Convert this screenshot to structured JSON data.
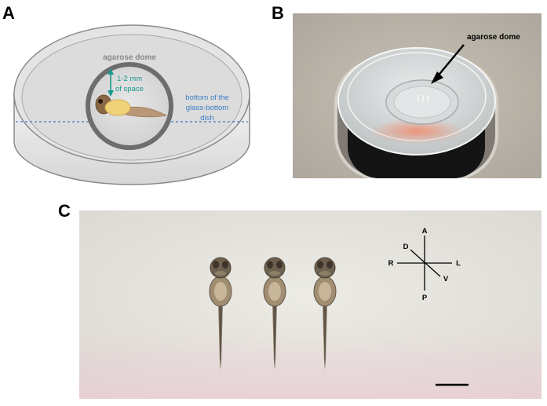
{
  "panels": {
    "a": {
      "letter": "A"
    },
    "b": {
      "letter": "B"
    },
    "c": {
      "letter": "C"
    }
  },
  "panel_a": {
    "dome_label": "agarose dome",
    "space_label_line1": "1-2 mm",
    "space_label_line2": "of space",
    "bottom_label_line1": "bottom of the",
    "bottom_label_line2": "glass-bottom",
    "bottom_label_line3": "dish",
    "colors": {
      "teal": "#1a9a8a",
      "blue": "#3b7fc4",
      "ring": "#6d6d6d",
      "tadpole_yolk": "#f0d27a"
    }
  },
  "panel_b": {
    "arrow_label": "agarose dome"
  },
  "panel_c": {
    "axis_labels": {
      "anterior": "A",
      "posterior": "P",
      "right": "R",
      "left": "L",
      "dorsal": "D",
      "ventral": "V"
    }
  }
}
